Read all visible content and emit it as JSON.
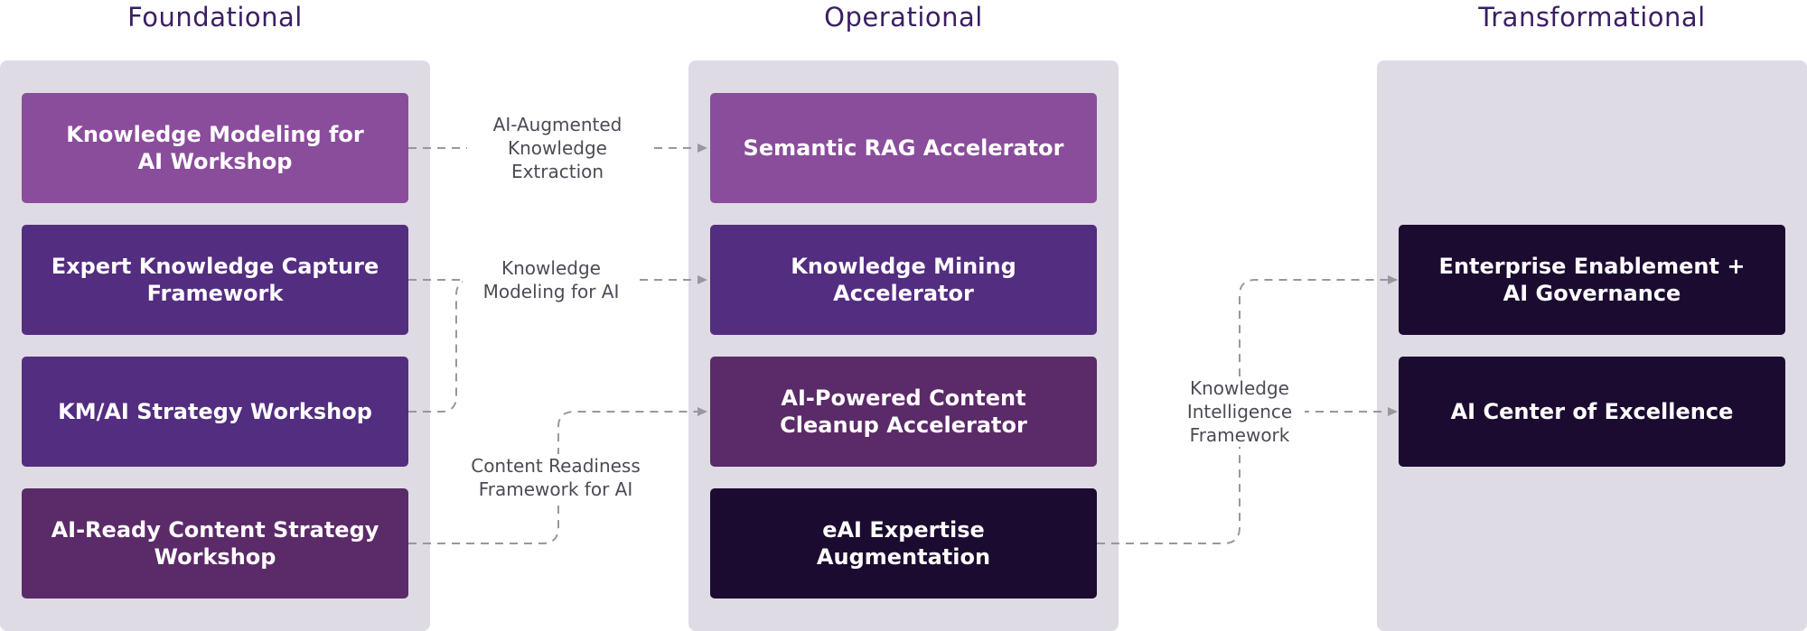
{
  "columns": [
    {
      "title": "Foundational"
    },
    {
      "title": "Operational"
    },
    {
      "title": "Transformational"
    }
  ],
  "foundational": [
    {
      "label": "Knowledge Modeling for\nAI Workshop"
    },
    {
      "label": "Expert Knowledge Capture\nFramework"
    },
    {
      "label": "KM/AI Strategy Workshop"
    },
    {
      "label": "AI-Ready Content Strategy\nWorkshop"
    }
  ],
  "operational": [
    {
      "label": "Semantic RAG Accelerator"
    },
    {
      "label": "Knowledge Mining\nAccelerator"
    },
    {
      "label": "AI-Powered Content\nCleanup Accelerator"
    },
    {
      "label": "eAI Expertise Augmentation"
    }
  ],
  "transformational": [
    {
      "label": "Enterprise Enablement +\nAI Governance"
    },
    {
      "label": "AI Center of Excellence"
    }
  ],
  "connectors": [
    {
      "label": "AI-Augmented\nKnowledge\nExtraction"
    },
    {
      "label": "Knowledge\nModeling for AI"
    },
    {
      "label": "Content Readiness\nFramework for AI"
    },
    {
      "label": "Knowledge\nIntelligence\nFramework"
    }
  ],
  "colors": {
    "title": "#3a1f63",
    "panel": "#dedbe4",
    "box_light_purple": "#8a4d9b",
    "box_mid_purple": "#532d7f",
    "box_plum": "#5b2a68",
    "box_dark": "#1c0b30",
    "connector_line": "#9a96a0"
  }
}
